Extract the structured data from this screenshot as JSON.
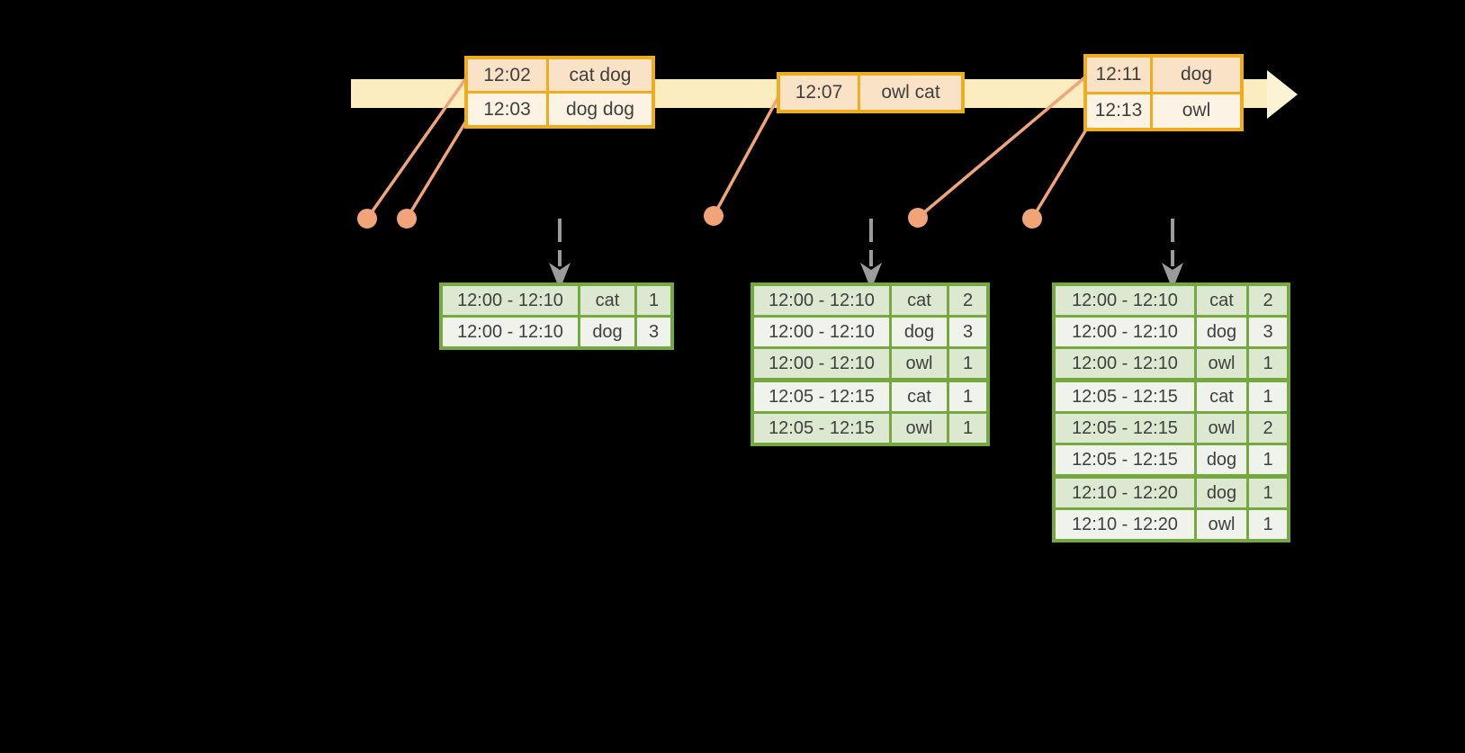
{
  "colors": {
    "background": "#000000",
    "timeline_band": "#FBEDC0",
    "timeline_arrowhead": "#FCF3D4",
    "event_border": "#EEAD1E",
    "event_row_dark": "#FAE2C6",
    "event_row_light": "#FDF3E4",
    "connector": "#F0A478",
    "dashed_arrow": "#9B9B9B",
    "result_border": "#76A840",
    "result_row_dark": "#DCE8D0",
    "result_row_light": "#EFF3EB",
    "text": "#3F3F3F"
  },
  "timeline": {
    "event_boxes": [
      {
        "rows": [
          [
            "12:02",
            "cat dog"
          ],
          [
            "12:03",
            "dog dog"
          ]
        ]
      },
      {
        "rows": [
          [
            "12:07",
            "owl cat"
          ]
        ]
      },
      {
        "rows": [
          [
            "12:11",
            "dog"
          ],
          [
            "12:13",
            "owl"
          ]
        ]
      }
    ]
  },
  "result_tables": [
    {
      "rows": [
        [
          "12:00 - 12:10",
          "cat",
          "1"
        ],
        [
          "12:00 - 12:10",
          "dog",
          "3"
        ]
      ]
    },
    {
      "rows": [
        [
          "12:00 - 12:10",
          "cat",
          "2"
        ],
        [
          "12:00 - 12:10",
          "dog",
          "3"
        ],
        [
          "12:00 - 12:10",
          "owl",
          "1"
        ],
        [
          "12:05 - 12:15",
          "cat",
          "1"
        ],
        [
          "12:05 - 12:15",
          "owl",
          "1"
        ]
      ]
    },
    {
      "rows": [
        [
          "12:00 - 12:10",
          "cat",
          "2"
        ],
        [
          "12:00 - 12:10",
          "dog",
          "3"
        ],
        [
          "12:00 - 12:10",
          "owl",
          "1"
        ],
        [
          "12:05 - 12:15",
          "cat",
          "1"
        ],
        [
          "12:05 - 12:15",
          "owl",
          "2"
        ],
        [
          "12:05 - 12:15",
          "dog",
          "1"
        ],
        [
          "12:10 - 12:20",
          "dog",
          "1"
        ],
        [
          "12:10 - 12:20",
          "owl",
          "1"
        ]
      ]
    }
  ]
}
